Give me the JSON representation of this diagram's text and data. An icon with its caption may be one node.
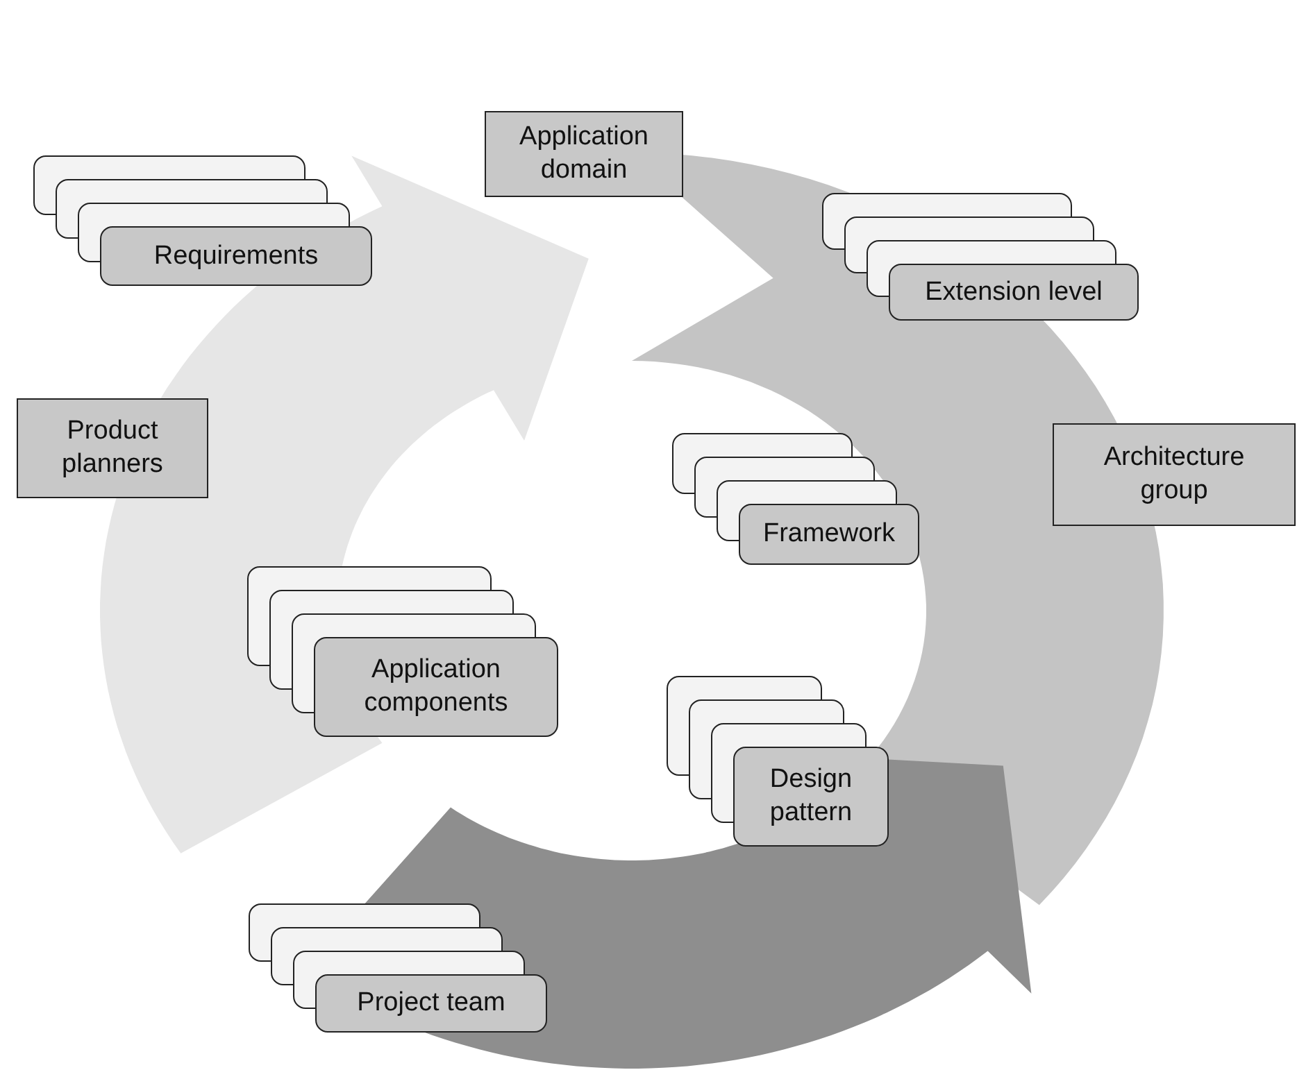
{
  "diagram": {
    "nodes": [
      {
        "text": [
          "Application domain"
        ]
      },
      {
        "text": [
          "Requirements"
        ]
      },
      {
        "text": [
          "Extension level"
        ]
      },
      {
        "text": [
          "Product planners"
        ]
      },
      {
        "text": [
          "Architecture group"
        ]
      },
      {
        "text": [
          "Framework"
        ]
      },
      {
        "text": [
          "Application components"
        ]
      },
      {
        "text": [
          "Design pattern"
        ]
      },
      {
        "text": [
          "Project team"
        ]
      }
    ]
  }
}
